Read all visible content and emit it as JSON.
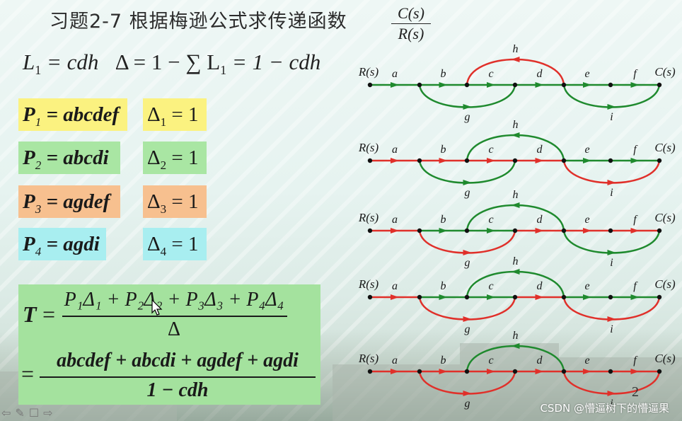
{
  "title": {
    "text": "习题2-7 根据梅逊公式求传递函数",
    "frac_num": "C(s)",
    "frac_den": "R(s)"
  },
  "loop_line": {
    "lhs": "L",
    "lhs_sub": "1",
    "eq1": "= cdh",
    "delta_part": "Δ = 1 − ∑ L",
    "delta_sub": "1",
    "rest": "= 1 − cdh"
  },
  "paths": [
    {
      "p_label": "P",
      "p_sub": "1",
      "p_expr": "= abcdef",
      "d_label": "Δ",
      "d_sub": "1",
      "d_expr": "= 1",
      "color": "#fbf280"
    },
    {
      "p_label": "P",
      "p_sub": "2",
      "p_expr": "= abcdi",
      "d_label": "Δ",
      "d_sub": "2",
      "d_expr": "= 1",
      "color": "#a9e6a3"
    },
    {
      "p_label": "P",
      "p_sub": "3",
      "p_expr": "= agdef",
      "d_label": "Δ",
      "d_sub": "3",
      "d_expr": "= 1",
      "color": "#f7c08f"
    },
    {
      "p_label": "P",
      "p_sub": "4",
      "p_expr": "= agdi",
      "d_label": "Δ",
      "d_sub": "4",
      "d_expr": "= 1",
      "color": "#a8eef0"
    }
  ],
  "t_formula": {
    "label": "T",
    "eq": "=",
    "num1": "P₁Δ₁ + P₂Δ₂ + P₃Δ₃ + P₄Δ₄",
    "den1": "Δ",
    "eq2": "=",
    "num2": "abcdef + abcdi + agdef + agdi",
    "den2": "1 − cdh"
  },
  "diagram": {
    "node_in": "R(s)",
    "node_out": "C(s)",
    "branches": [
      "a",
      "b",
      "c",
      "d",
      "e",
      "f"
    ],
    "bypass_lower_left": "g",
    "bypass_lower_right": "i",
    "feedback": "h",
    "colors": {
      "red": "#e0302a",
      "green": "#1f8a2e"
    }
  },
  "page_number": "2",
  "watermark": "CSDN @懵逼树下的懵逼果",
  "nav_icons": [
    "prev-arrow-icon",
    "pen-icon",
    "menu-icon",
    "next-arrow-icon"
  ]
}
